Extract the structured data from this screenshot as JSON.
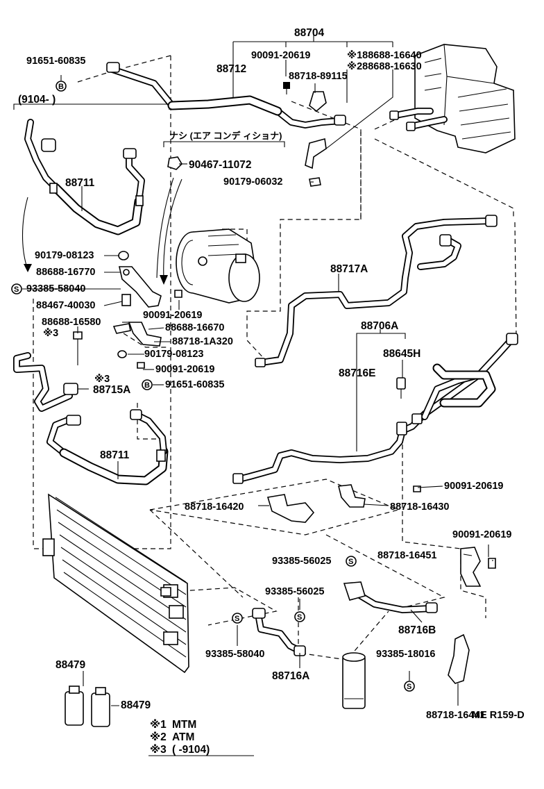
{
  "diagram_code": "ME R159-D",
  "labels": {
    "p88704": "88704",
    "p90091_top": "90091-20619",
    "p188688": "※188688-16640",
    "p288688": "※288688-16630",
    "p91651_top": "91651-60835",
    "p88712": "88712",
    "p88718_89115": "88718-89115",
    "p9104_range": "(9104-        )",
    "nashi_aircon": "ナシ (エア コンデ ィショナ)",
    "p90467": "90467-11072",
    "p90179_06032": "90179-06032",
    "p88711_top": "88711",
    "p90179_08123_a": "90179-08123",
    "p88688_16770": "88688-16770",
    "p93385_58040_a": "93385-58040",
    "p88467": "88467-40030",
    "p90091_mid": "90091-20619",
    "p88688_16580": "88688-16580",
    "star3_a": "※3",
    "p88688_16670": "88688-16670",
    "p88718_1a320": "88718-1A320",
    "p90179_08123_b": "90179-08123",
    "p90091_mid2": "90091-20619",
    "star3_b": "※3",
    "p88715a": "88715A",
    "p91651_mid": "91651-60835",
    "p88717a": "88717A",
    "p88706a": "88706A",
    "p88645h": "88645H",
    "p88716e": "88716E",
    "p88711_bot": "88711",
    "p90091_right": "90091-20619",
    "p88718_16420": "88718-16420",
    "p88718_16430": "88718-16430",
    "p90091_right2": "90091-20619",
    "p93385_56025_a": "93385-56025",
    "p88718_16451": "88718-16451",
    "p93385_56025_b": "93385-56025",
    "p88716b": "88716B",
    "p93385_58040_b": "93385-58040",
    "p88716a": "88716A",
    "p93385_18016": "93385-18016",
    "p88479_a": "88479",
    "p88479_b": "88479",
    "p88718_16441": "88718-16441"
  },
  "legend": [
    {
      "mark": "※1",
      "text": "MTM"
    },
    {
      "mark": "※2",
      "text": "ATM"
    },
    {
      "mark": "※3",
      "text": "(      -9104)"
    }
  ],
  "circle_marks": {
    "b": "B",
    "s": "S"
  }
}
